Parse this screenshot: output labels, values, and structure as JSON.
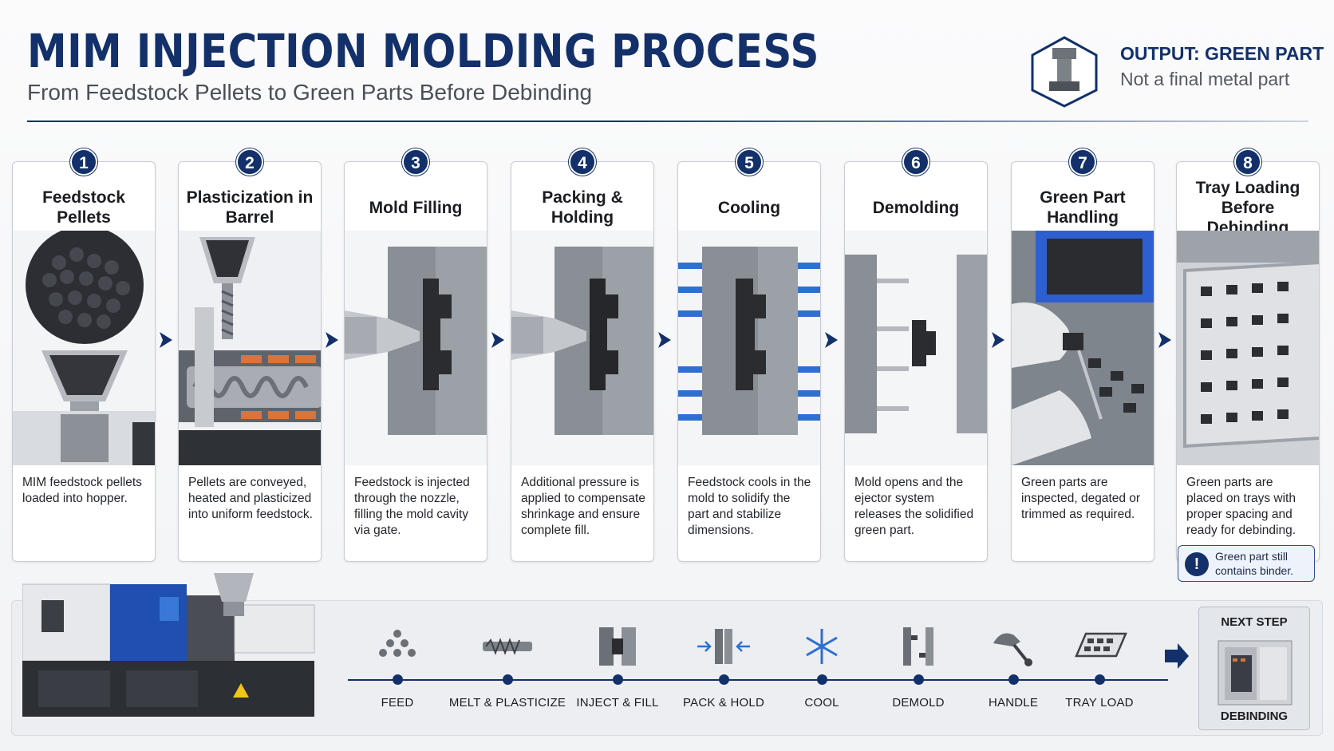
{
  "header": {
    "title": "MIM INJECTION MOLDING PROCESS",
    "subtitle": "From Feedstock Pellets to Green Parts Before Debinding",
    "output_title": "OUTPUT: GREEN PART",
    "output_subtitle": "Not a final metal part"
  },
  "steps": [
    {
      "number": "1",
      "title": "Feedstock Pellets",
      "description": "MIM feedstock pellets loaded into hopper."
    },
    {
      "number": "2",
      "title": "Plasticization in Barrel",
      "description": "Pellets are conveyed, heated and plasticized into uniform feedstock."
    },
    {
      "number": "3",
      "title": "Mold Filling",
      "description": "Feedstock is injected through the nozzle, filling the mold cavity via gate."
    },
    {
      "number": "4",
      "title": "Packing & Holding",
      "description": "Additional pressure is applied to compensate shrinkage and ensure complete fill."
    },
    {
      "number": "5",
      "title": "Cooling",
      "description": "Feedstock cools in the mold to solidify the part and stabilize dimensions."
    },
    {
      "number": "6",
      "title": "Demolding",
      "description": "Mold opens and the ejector system releases the solidified green part."
    },
    {
      "number": "7",
      "title": "Green Part Handling",
      "description": "Green parts are inspected, degated or trimmed as required."
    },
    {
      "number": "8",
      "title": "Tray Loading Before Debinding",
      "description": "Green parts are placed on trays with proper spacing and ready for debinding."
    }
  ],
  "note": "Green part still contains binder.",
  "timeline": [
    {
      "label": "FEED",
      "icon": "pellets-icon"
    },
    {
      "label": "MELT & PLASTICIZE",
      "icon": "screw-icon"
    },
    {
      "label": "INJECT & FILL",
      "icon": "mold-fill-icon"
    },
    {
      "label": "PACK & HOLD",
      "icon": "pack-hold-icon"
    },
    {
      "label": "COOL",
      "icon": "snowflake-icon"
    },
    {
      "label": "DEMOLD",
      "icon": "demold-icon"
    },
    {
      "label": "HANDLE",
      "icon": "hand-icon"
    },
    {
      "label": "TRAY LOAD",
      "icon": "tray-icon"
    }
  ],
  "next_step": {
    "label": "NEXT STEP",
    "name": "DEBINDING"
  },
  "colors": {
    "primary": "#13306a",
    "accent_blue": "#2f6fd1",
    "steel": "#8a8f96",
    "feedstock": "#2b2d31"
  }
}
